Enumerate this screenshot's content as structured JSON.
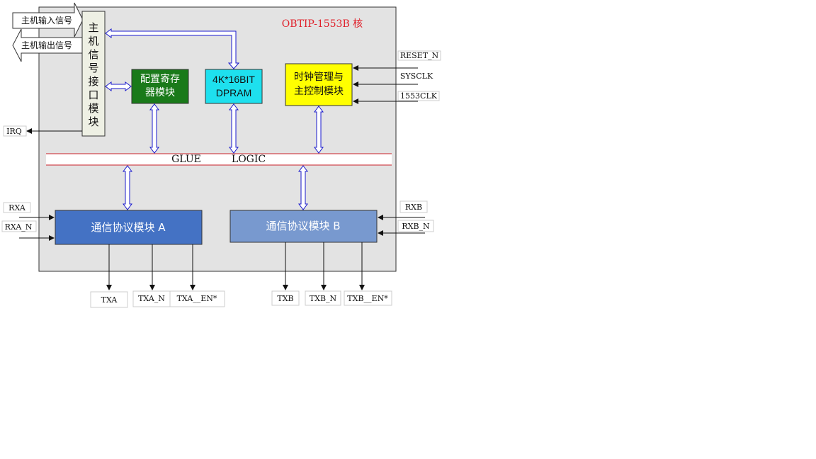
{
  "core_title": "OBTIP-1553B 核",
  "host_in_label": "主机输入信号",
  "host_out_label": "主机输出信号",
  "host_interface": [
    "主",
    "机",
    "信",
    "号",
    "接",
    "口",
    "模",
    "块"
  ],
  "config_module": [
    "配置寄存",
    "器模块"
  ],
  "dpram_module": [
    "4K*16BIT",
    "DPRAM"
  ],
  "clock_module": [
    "时钟管理与",
    "主控制模块"
  ],
  "glue_left": "GLUE",
  "glue_right": "LOGIC",
  "comm_a": "通信协议模块 A",
  "comm_b": "通信协议模块 B",
  "signals": {
    "irq": "IRQ",
    "reset_n": "RESET_N",
    "sysclk": "SYSCLK",
    "clk1553": "1553CLK",
    "rxa": "RXA",
    "rxa_n": "RXA_N",
    "rxb": "RXB",
    "rxb_n": "RXB_N",
    "txa": "TXA",
    "txa_n": "TXA_N",
    "txa_en": "TXA__EN*",
    "txb": "TXB",
    "txb_n": "TXB_N",
    "txb_en": "TXB__EN*"
  },
  "colors": {
    "core_bg": "#e3e3e3",
    "config_fill": "#1a7a1a",
    "dpram_fill": "#1ee0ee",
    "clock_fill": "#ffff00",
    "comm_a_fill": "#4472c4",
    "comm_b_fill": "#7899cf",
    "bus_arrow": "#1a1acc",
    "title_color": "#e0202a"
  }
}
